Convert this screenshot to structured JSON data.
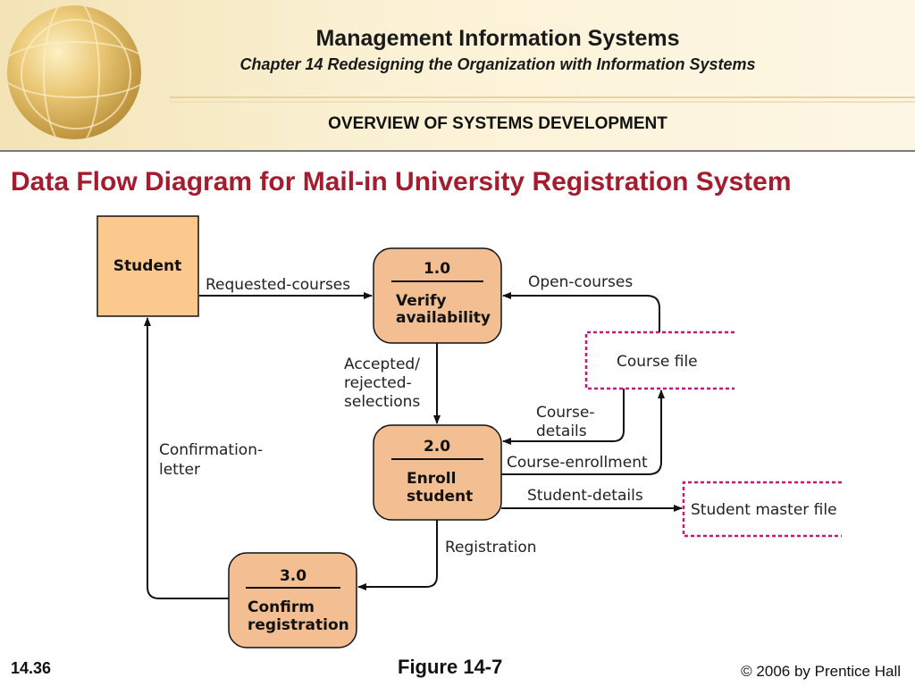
{
  "header": {
    "title": "Management Information Systems",
    "subtitle": "Chapter 14 Redesigning the Organization with Information Systems",
    "section": "OVERVIEW OF SYSTEMS DEVELOPMENT"
  },
  "slide_title": "Data Flow Diagram for Mail-in University Registration System",
  "diagram": {
    "entity": "Student",
    "processes": [
      {
        "number": "1.0",
        "line1": "Verify",
        "line2": "availability"
      },
      {
        "number": "2.0",
        "line1": "Enroll",
        "line2": "student"
      },
      {
        "number": "3.0",
        "line1": "Confirm",
        "line2": "registration"
      }
    ],
    "stores": [
      "Course file",
      "Student master file"
    ],
    "flows": {
      "requested_courses": "Requested-courses",
      "open_courses": "Open-courses",
      "accepted_1": "Accepted/",
      "accepted_2": "rejected-",
      "accepted_3": "selections",
      "course_details_1": "Course-",
      "course_details_2": "details",
      "course_enrollment": "Course-enrollment",
      "student_details": "Student-details",
      "registration": "Registration",
      "confirmation_1": "Confirmation-",
      "confirmation_2": "letter"
    },
    "colors": {
      "process_fill": "#f3bf92",
      "entity_fill": "#fbc98d",
      "store_border": "#c2187a"
    }
  },
  "footer": {
    "page": "14.36",
    "figure": "Figure 14-7",
    "copyright": "© 2006 by Prentice Hall"
  }
}
